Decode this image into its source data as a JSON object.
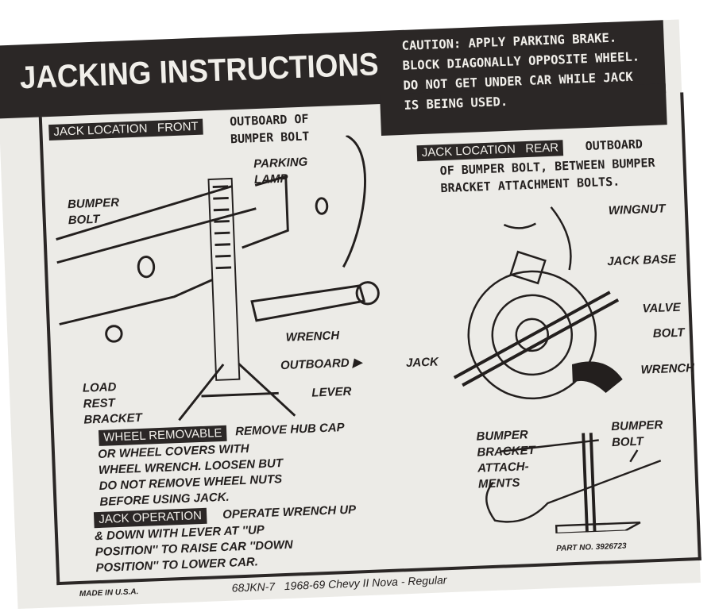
{
  "title": "JACKING INSTRUCTIONS",
  "caution": [
    "CAUTION: APPLY PARKING BRAKE.",
    "BLOCK DIAGONALLY OPPOSITE WHEEL.",
    "DO NOT GET UNDER CAR WHILE JACK",
    "IS BEING USED."
  ],
  "front": {
    "label_a": "JACK LOCATION",
    "label_b": "FRONT",
    "text": [
      "OUTBOARD OF",
      "BUMPER BOLT"
    ],
    "callouts": {
      "parking_lamp": [
        "PARKING",
        "LAMP"
      ],
      "bumper_bolt": [
        "BUMPER",
        "BOLT"
      ],
      "wrench": "WRENCH",
      "outboard": "OUTBOARD",
      "lever": "LEVER",
      "load_rest": [
        "LOAD",
        "REST",
        "BRACKET"
      ]
    }
  },
  "rear": {
    "label_a": "JACK LOCATION",
    "label_b": "REAR",
    "text": [
      "OUTBOARD",
      "OF BUMPER BOLT, BETWEEN BUMPER",
      "BRACKET ATTACHMENT BOLTS."
    ],
    "callouts": {
      "wingnut": "WINGNUT",
      "jack_base": "JACK BASE",
      "valve": "VALVE",
      "bolt": "BOLT",
      "wrench": "WRENCH",
      "jack": "JACK",
      "bumper_bracket": [
        "BUMPER",
        "BRACKET",
        "ATTACH-",
        "MENTS"
      ],
      "bumper_bolt": [
        "BUMPER",
        "BOLT"
      ]
    }
  },
  "wheel": {
    "label": "WHEEL REMOVABLE",
    "lines": [
      "REMOVE HUB CAP",
      "OR WHEEL COVERS WITH",
      "WHEEL WRENCH. LOOSEN BUT",
      "DO NOT REMOVE WHEEL NUTS",
      "BEFORE USING JACK."
    ]
  },
  "operation": {
    "label": "JACK OPERATION",
    "lines": [
      "OPERATE WRENCH UP",
      "& DOWN WITH LEVER AT ''UP",
      "POSITION'' TO RAISE CAR ''DOWN",
      "POSITION'' TO LOWER CAR."
    ]
  },
  "footer": {
    "code": "68JKN-7",
    "model": "1968-69 Chevy II Nova - Regular",
    "part_no": "PART NO. 3926723",
    "made_in": "MADE IN U.S.A."
  }
}
